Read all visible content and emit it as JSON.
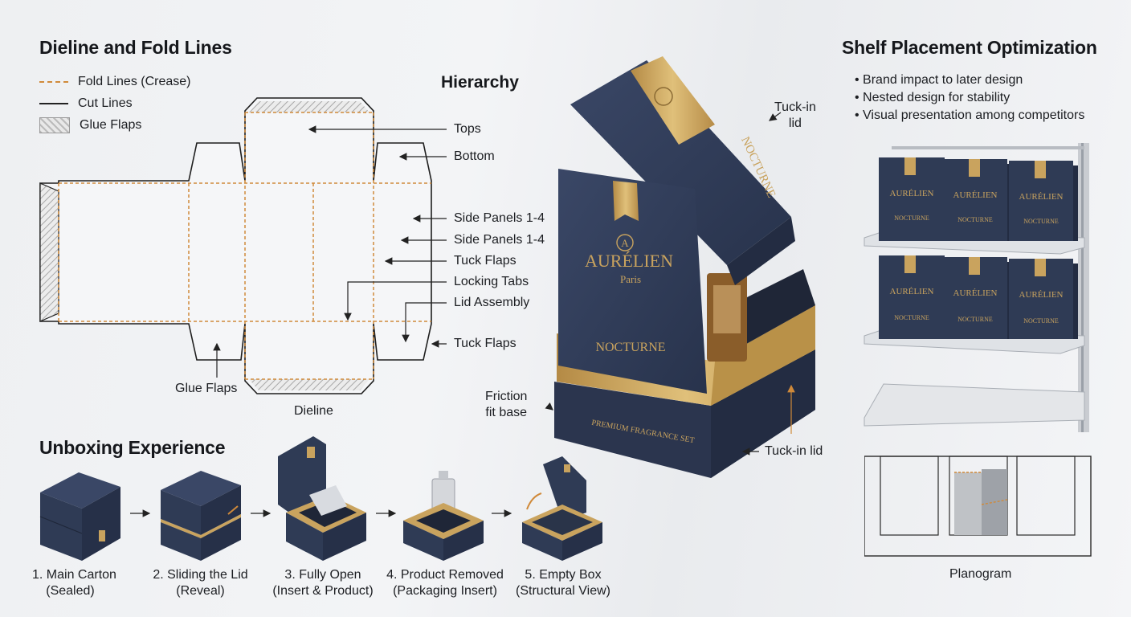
{
  "dieline": {
    "title": "Dieline and Fold Lines",
    "legend": {
      "fold": "Fold Lines (Crease)",
      "cut": "Cut Lines",
      "glue": "Glue Flaps"
    },
    "callouts": [
      "Tops",
      "Bottom",
      "Side Panels 1-4",
      "Side Panels 1-4",
      "Tuck Flaps",
      "Locking Tabs",
      "Lid Assembly",
      "Tuck Flaps"
    ],
    "glue_label": "Glue Flaps",
    "caption": "Dieline"
  },
  "hierarchy": {
    "title": "Hierarchy",
    "callouts": {
      "tuck_lid_top": "Tuck-in\nlid",
      "friction": "Friction\nfit base",
      "tuck_lid_bottom": "Tuck-in lid"
    },
    "brand": "AURÉLIEN",
    "city": "Paris",
    "product": "NOCTURNE",
    "base_text": "PREMIUM FRAGRANCE SET"
  },
  "unboxing": {
    "title": "Unboxing Experience",
    "steps": [
      {
        "line1": "1. Main Carton",
        "line2": "(Sealed)"
      },
      {
        "line1": "2. Sliding the Lid",
        "line2": "(Reveal)"
      },
      {
        "line1": "3. Fully Open",
        "line2": "(Insert & Product)"
      },
      {
        "line1": "4. Product Removed",
        "line2": "(Packaging Insert)"
      },
      {
        "line1": "5. Empty Box",
        "line2": "(Structural View)"
      }
    ]
  },
  "shelf": {
    "title": "Shelf Placement Optimization",
    "bullets": [
      "Brand impact to later design",
      "Nested design for stability",
      "Visual presentation among competitors"
    ],
    "box_brand": "AURÉLIEN",
    "box_product": "NOCTURNE",
    "caption": "Planogram"
  },
  "colors": {
    "navy": "#2f3b55",
    "gold": "#c9a35e",
    "fold": "#d08a3a"
  }
}
